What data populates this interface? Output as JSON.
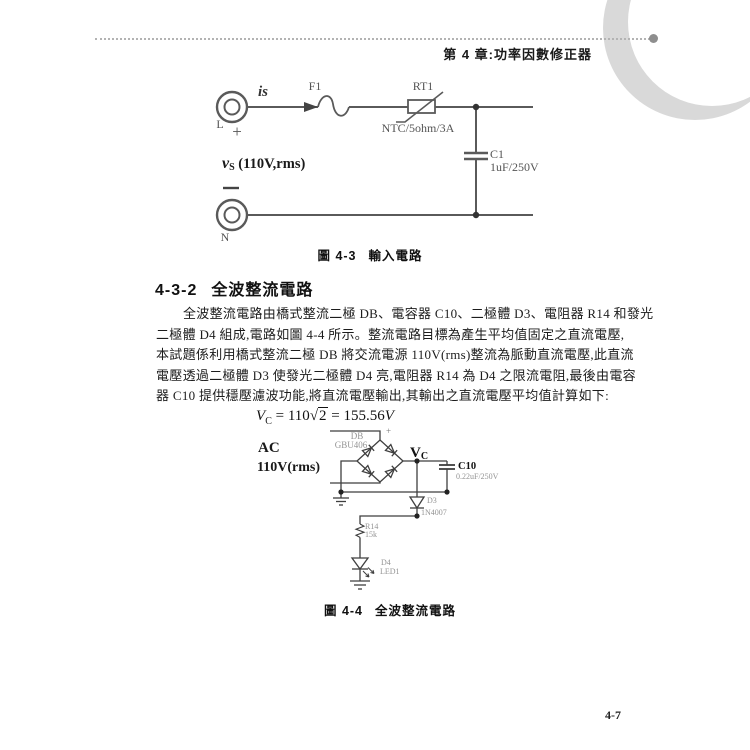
{
  "header": {
    "chapter_title": "第 4 章:功率因數修正器"
  },
  "page_number": "4-7",
  "figure1": {
    "caption": {
      "label": "圖 4-3",
      "title": "輸入電路"
    },
    "circuit": {
      "terminal_l": "L",
      "terminal_n": "N",
      "plus": "+",
      "current_label": "is",
      "fuse_ref": "F1",
      "thermistor_ref": "RT1",
      "thermistor_value": "NTC/5ohm/3A",
      "source_v": "v",
      "source_v_sub": "S",
      "source_value": " (110V,rms)",
      "cap_ref": "C1",
      "cap_value": "1uF/250V"
    }
  },
  "section": {
    "number": "4-3-2",
    "title": "全波整流電路"
  },
  "paragraph": {
    "lines": [
      "全波整流電路由橋式整流二極 DB、電容器 C10、二極體 D3、電阻器 R14 和發光",
      "二極體 D4 組成,電路如圖 4-4 所示。整流電路目標為產生平均值固定之直流電壓,",
      "本試題係利用橋式整流二極 DB 將交流電源 110V(rms)整流為脈動直流電壓,此直流",
      "電壓透過二極體 D3 使發光二極體 D4 亮,電阻器 R14 為 D4 之限流電阻,最後由電容",
      "器 C10 提供穩壓濾波功能,將直流電壓輸出,其輸出之直流電壓平均值計算如下:"
    ]
  },
  "formula": {
    "lhs": "V",
    "lhs_sub": "C",
    "eq1": "=",
    "coef": "110",
    "radical_sign": "√",
    "radicand": "2",
    "eq2": "=",
    "result": "155.56",
    "unit": "V"
  },
  "figure2": {
    "caption": {
      "label": "圖 4-4",
      "title": "全波整流電路"
    },
    "circuit": {
      "source_line1": "AC",
      "source_line2": "110V(rms)",
      "bridge_ref": "DB",
      "bridge_part": "GBU406",
      "bridge_plus": "+",
      "node_v": "V",
      "node_v_sub": "C",
      "cap_ref": "C10",
      "cap_value": "0.22uF/250V",
      "diode_ref": "D3",
      "diode_part": "1N4007",
      "resistor_ref": "R14",
      "resistor_value": "15k",
      "led_ref": "D4",
      "led_part": "LED1"
    }
  }
}
